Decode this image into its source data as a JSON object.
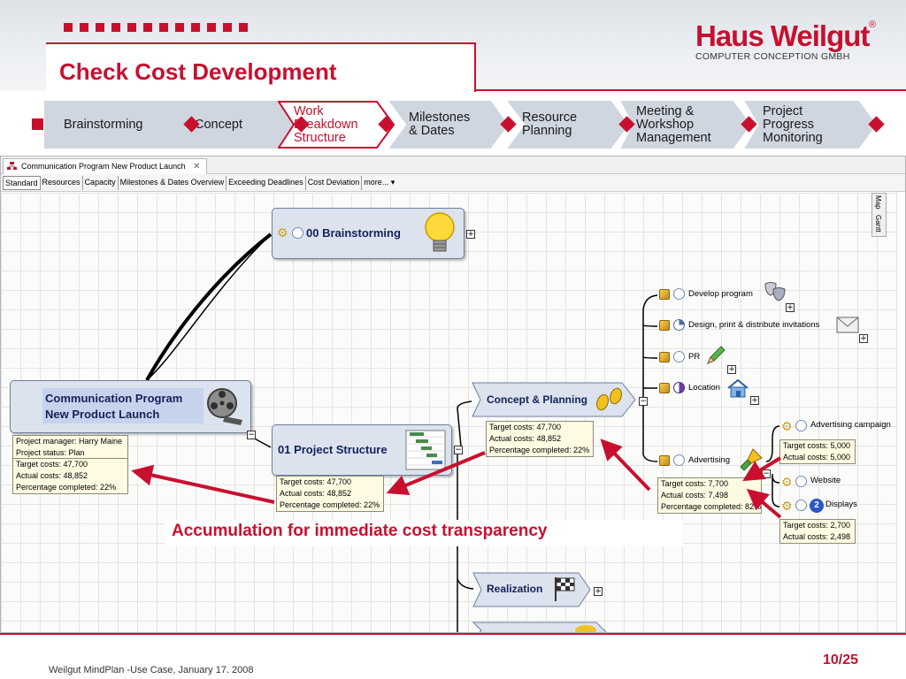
{
  "header": {
    "title": "Check Cost Development",
    "brand_name": "Haus Weilgut",
    "brand_reg": "®",
    "brand_sub": "COMPUTER CONCEPTION   GMBH"
  },
  "process_steps": [
    {
      "label": "Brainstorming"
    },
    {
      "label": "Concept"
    },
    {
      "label": "Work\nBreakdown\nStructure",
      "active": true
    },
    {
      "label": "Milestones\n& Dates"
    },
    {
      "label": "Resource\nPlanning"
    },
    {
      "label": "Meeting &\nWorkshop\nManagement"
    },
    {
      "label": "Project\nProgress\nMonitoring"
    }
  ],
  "app": {
    "document_tab": "Communication Program New Product Launch",
    "close_glyph": "✕",
    "view_tabs": [
      "Standard",
      "Resources",
      "Capacity",
      "Milestones & Dates Overview",
      "Exceeding Deadlines",
      "Cost Deviation",
      "more..."
    ],
    "view_more_arrow": "▾",
    "side_tabs": [
      "Map",
      "Gantt"
    ]
  },
  "map": {
    "root": {
      "title_line1": "Communication Program",
      "title_line2": "New Product Launch",
      "info": [
        "Project manager: Harry Maine",
        "Project status: Plan"
      ],
      "costs": [
        "Target costs: 47,700",
        "Actual costs: 48,852",
        "Percentage completed: 22%"
      ]
    },
    "brainstorming": {
      "title": "00 Brainstorming"
    },
    "project_structure": {
      "title": "01 Project Structure",
      "costs": [
        "Target costs: 47,700",
        "Actual costs: 48,852",
        "Percentage completed: 22%"
      ]
    },
    "concept_planning": {
      "title": "Concept & Planning",
      "costs": [
        "Target costs: 47,700",
        "Actual costs: 48,852",
        "Percentage completed: 22%"
      ]
    },
    "realization": {
      "title": "Realization"
    },
    "leaves": [
      "Develop program",
      "Design, print & distribute invitations",
      "PR",
      "Location",
      "Advertising"
    ],
    "advertising_costs": [
      "Target costs: 7,700",
      "Actual costs: 7,498",
      "Percentage completed: 82%"
    ],
    "advertising_children": [
      "Advertising campaign",
      "Website",
      "Displays"
    ],
    "campaign_costs": [
      "Target costs: 5,000",
      "Actual costs: 5,000"
    ],
    "displays_costs": [
      "Target costs: 2,700",
      "Actual costs: 2,498"
    ],
    "displays_count": "2",
    "expand_glyph": "+",
    "collapse_glyph": "−"
  },
  "caption": "Accumulation for immediate cost transparency",
  "footer": {
    "text": "Weilgut MindPlan -Use Case, January 17. 2008",
    "page": "10/25"
  },
  "colors": {
    "accent": "#c8102e",
    "node_fill": "#dce3ee",
    "cost_fill": "#fffbe3"
  }
}
